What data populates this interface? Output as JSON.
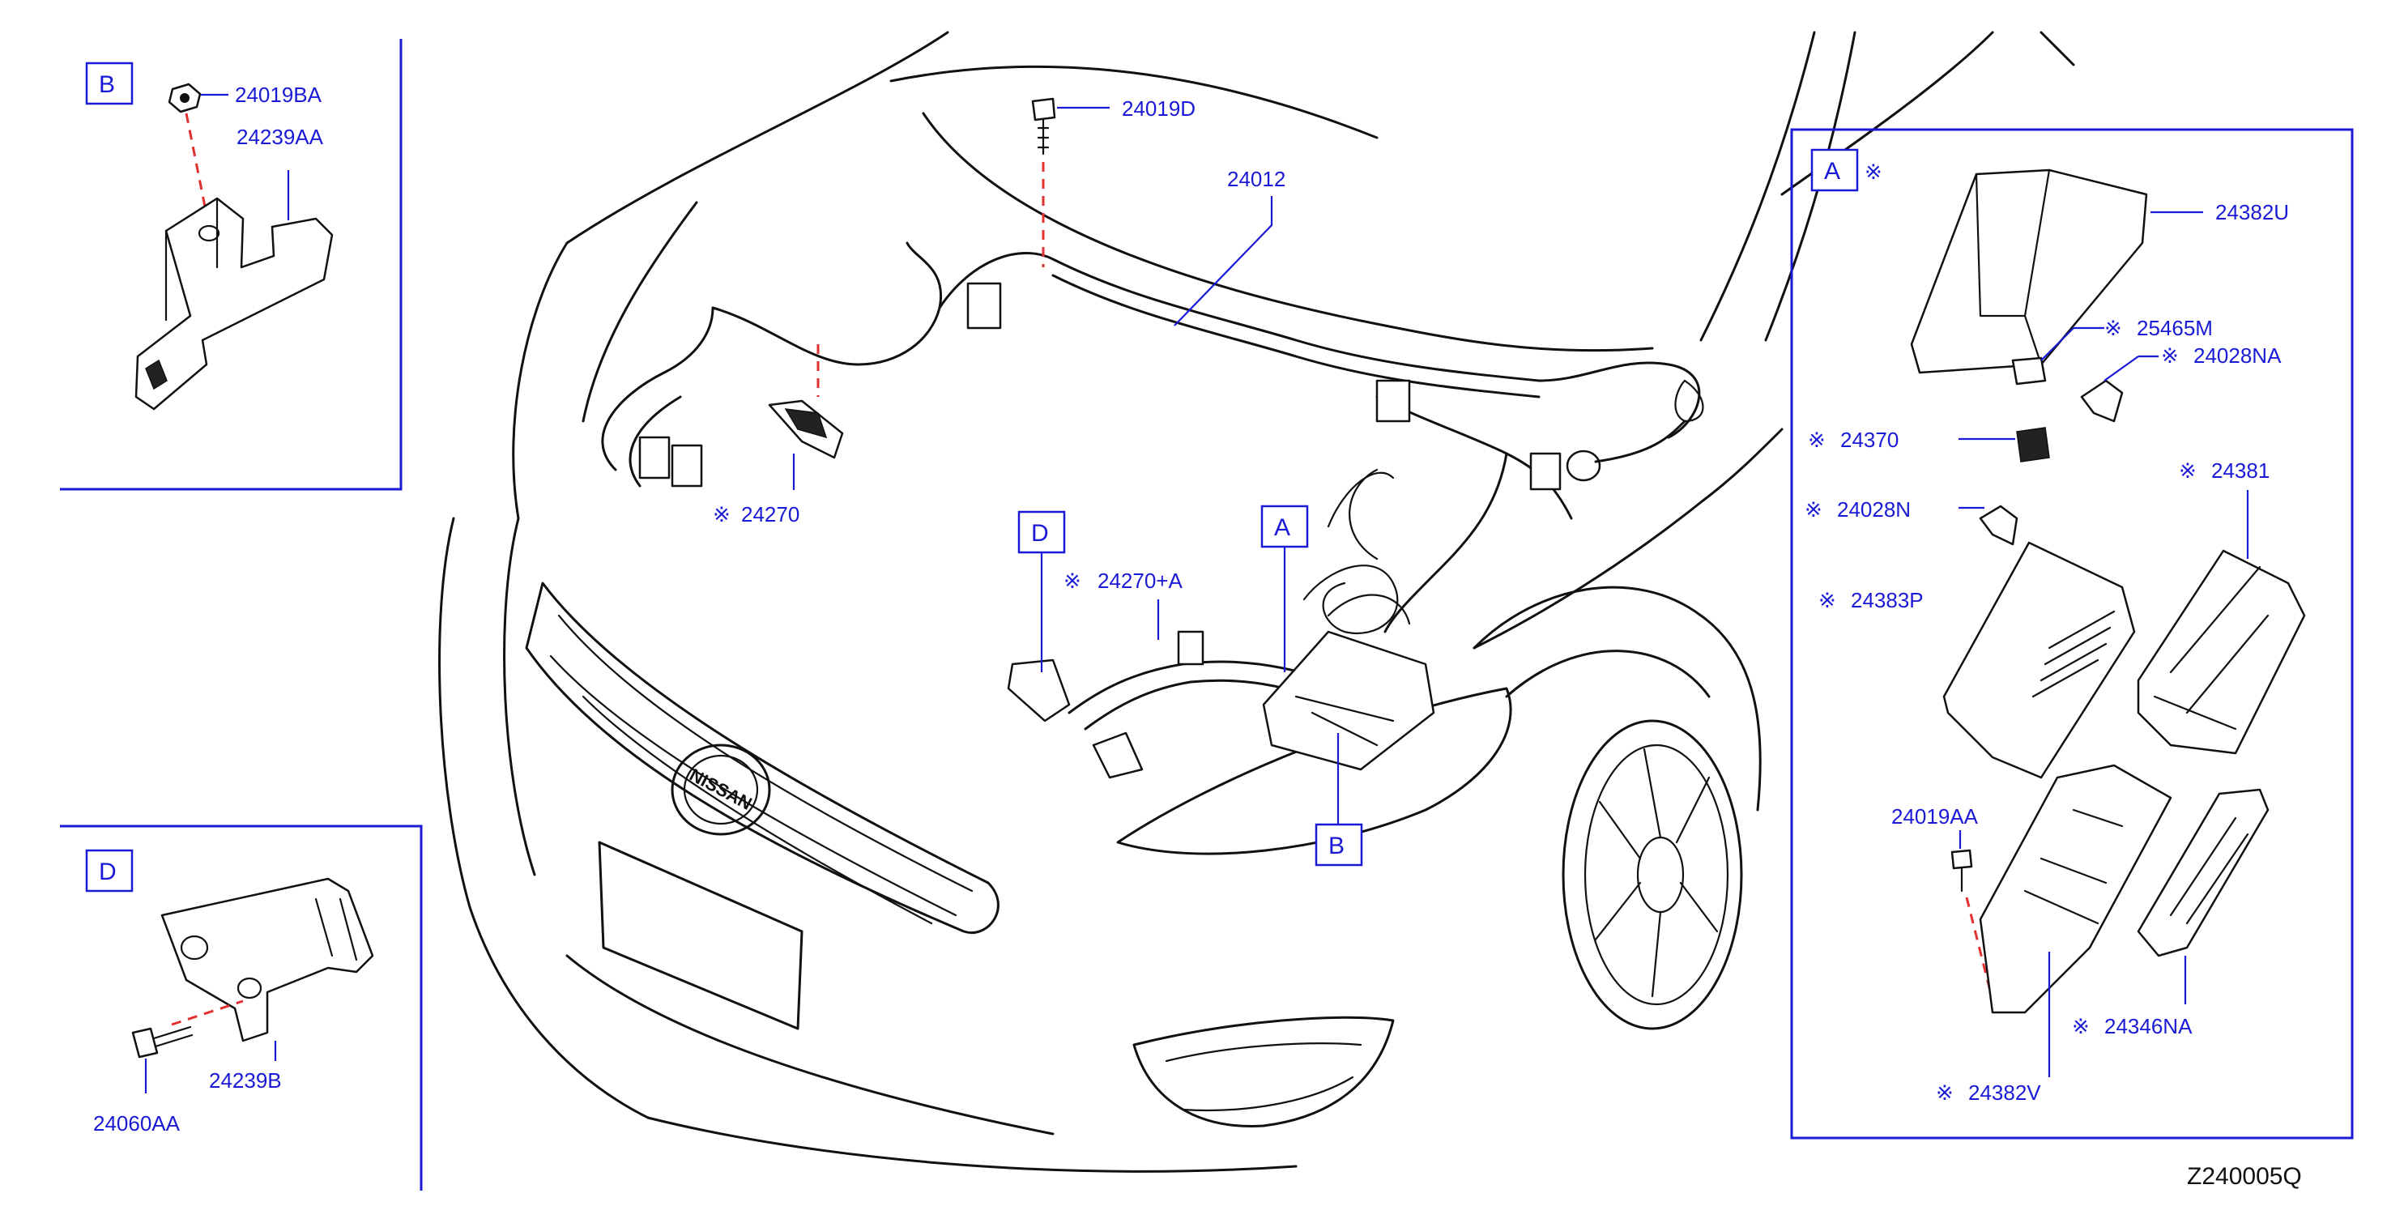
{
  "diagram_code": "Z240005Q",
  "mark": "※",
  "callout_boxes": {
    "a": "A",
    "b": "B",
    "d": "D"
  },
  "labels": {
    "p24019BA": "24019BA",
    "p24239AA": "24239AA",
    "p24019D": "24019D",
    "p24012": "24012",
    "p24270": "24270",
    "p24270A": "24270+A",
    "p24060AA": "24060AA",
    "p24239B": "24239B",
    "p24382U": "24382U",
    "p25465M": "25465M",
    "p24028NA": "24028NA",
    "p24370": "24370",
    "p24381": "24381",
    "p24028N": "24028N",
    "p24383P": "24383P",
    "p24019AA": "24019AA",
    "p24346NA": "24346NA",
    "p24382V": "24382V"
  },
  "colors": {
    "callout_blue": "#1a1ad6",
    "dashed_line_red": "#e23030",
    "line_art": "#111111"
  }
}
